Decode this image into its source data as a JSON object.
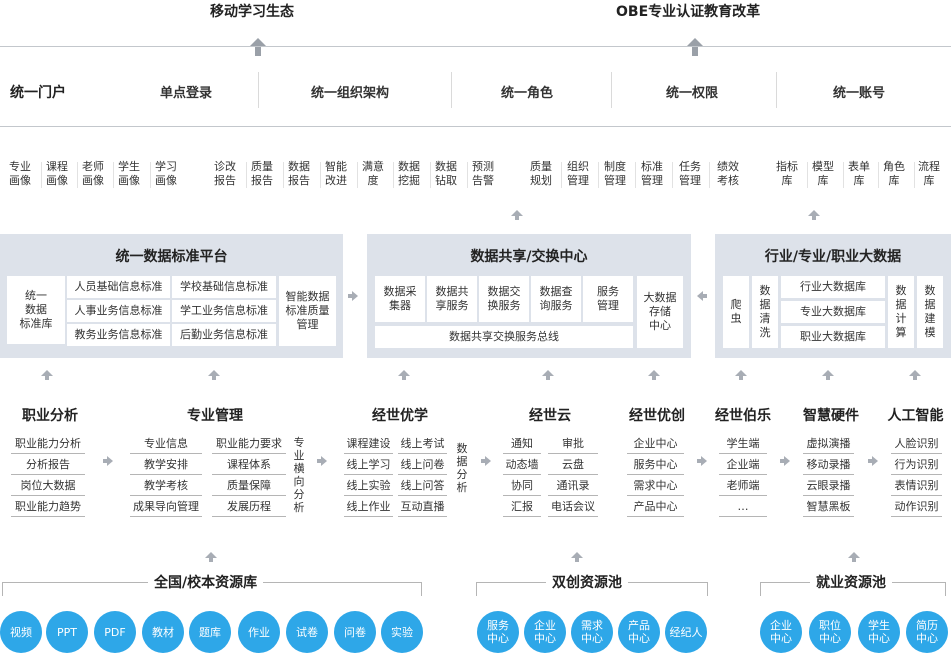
{
  "top": {
    "left_title": "移动学习生态",
    "right_title": "OBE专业认证教育改革"
  },
  "unified": {
    "label": "统一门户",
    "items": [
      "单点登录",
      "统一组织架构",
      "统一角色",
      "统一权限",
      "统一账号"
    ]
  },
  "reports": [
    [
      "专业",
      "画像"
    ],
    [
      "课程",
      "画像"
    ],
    [
      "老师",
      "画像"
    ],
    [
      "学生",
      "画像"
    ],
    [
      "学习",
      "画像"
    ],
    [
      "诊改",
      "报告"
    ],
    [
      "质量",
      "报告"
    ],
    [
      "数据",
      "报告"
    ],
    [
      "智能",
      "改进"
    ],
    [
      "满意",
      "度"
    ],
    [
      "数据",
      "挖掘"
    ],
    [
      "数据",
      "钻取"
    ],
    [
      "预测",
      "告警"
    ],
    [
      "质量",
      "规划"
    ],
    [
      "组织",
      "管理"
    ],
    [
      "制度",
      "管理"
    ],
    [
      "标准",
      "管理"
    ],
    [
      "任务",
      "管理"
    ],
    [
      "绩效",
      "考核"
    ],
    [
      "指标",
      "库"
    ],
    [
      "模型",
      "库"
    ],
    [
      "表单",
      "库"
    ],
    [
      "角色",
      "库"
    ],
    [
      "流程",
      "库"
    ]
  ],
  "platform1": {
    "title": "统一数据标准平台",
    "left": [
      "统一",
      "数据",
      "标准库"
    ],
    "grid": [
      "人员基础信息标准",
      "学校基础信息标准",
      "人事业务信息标准",
      "学工业务信息标准",
      "教务业务信息标准",
      "后勤业务信息标准"
    ],
    "right": [
      "智能数据",
      "标准质量",
      "管理"
    ]
  },
  "platform2": {
    "title": "数据共享/交换中心",
    "boxes": [
      [
        "数据采",
        "集器"
      ],
      [
        "数据共",
        "享服务"
      ],
      [
        "数据交",
        "换服务"
      ],
      [
        "数据查",
        "询服务"
      ],
      [
        "服务",
        "管理"
      ]
    ],
    "bus": "数据共享交换服务总线",
    "right": [
      "大数据",
      "存储",
      "中心"
    ]
  },
  "platform3": {
    "title": "行业/专业/职业大数据",
    "crawler": [
      "爬",
      "虫"
    ],
    "clean": [
      "数",
      "据",
      "清",
      "洗"
    ],
    "dbs": [
      "行业大数据库",
      "专业大数据库",
      "职业大数据库"
    ],
    "calc": [
      "数",
      "据",
      "计",
      "算"
    ],
    "model": [
      "数",
      "据",
      "建",
      "模"
    ]
  },
  "modules": {
    "zyfx": {
      "title": "职业分析",
      "items": [
        "职业能力分析",
        "分析报告",
        "岗位大数据",
        "职业能力趋势"
      ]
    },
    "zygl": {
      "title": "专业管理",
      "left": [
        "专业信息",
        "教学安排",
        "教学考核",
        "成果导向管理"
      ],
      "right": [
        "职业能力要求",
        "课程体系",
        "质量保障",
        "发展历程"
      ],
      "side": [
        "专",
        "业",
        "横",
        "向",
        "分",
        "析"
      ]
    },
    "jsyx": {
      "title": "经世优学",
      "left": [
        "课程建设",
        "线上学习",
        "线上实验",
        "线上作业"
      ],
      "right": [
        "线上考试",
        "线上问卷",
        "线上问答",
        "互动直播"
      ],
      "side": [
        "数",
        "据",
        "分",
        "析"
      ]
    },
    "jsy": {
      "title": "经世云",
      "left": [
        "通知",
        "动态墙",
        "协同",
        "汇报"
      ],
      "right": [
        "审批",
        "云盘",
        "通讯录",
        "电话会议"
      ]
    },
    "jsyc": {
      "title": "经世优创",
      "items": [
        "企业中心",
        "服务中心",
        "需求中心",
        "产品中心"
      ]
    },
    "jsbl": {
      "title": "经世伯乐",
      "items": [
        "学生端",
        "企业端",
        "老师端",
        "…"
      ]
    },
    "zhyj": {
      "title": "智慧硬件",
      "items": [
        "虚拟演播",
        "移动录播",
        "云眼录播",
        "智慧黑板"
      ]
    },
    "rgzn": {
      "title": "人工智能",
      "items": [
        "人脸识别",
        "行为识别",
        "表情识别",
        "动作识别"
      ]
    }
  },
  "resources": {
    "r1": {
      "title": "全国/校本资源库",
      "circles": [
        "视频",
        "PPT",
        "PDF",
        "教材",
        "题库",
        "作业",
        "试卷",
        "问卷",
        "实验"
      ]
    },
    "r2": {
      "title": "双创资源池",
      "circles": [
        [
          "服务",
          "中心"
        ],
        [
          "企业",
          "中心"
        ],
        [
          "需求",
          "中心"
        ],
        [
          "产品",
          "中心"
        ],
        [
          "经纪人"
        ]
      ]
    },
    "r3": {
      "title": "就业资源池",
      "circles": [
        [
          "企业",
          "中心"
        ],
        [
          "职位",
          "中心"
        ],
        [
          "学生",
          "中心"
        ],
        [
          "简历",
          "中心"
        ]
      ]
    }
  }
}
